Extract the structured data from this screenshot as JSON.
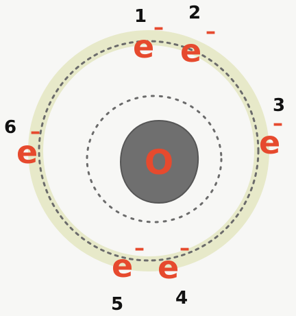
{
  "colors": {
    "background": "#f7f7f5",
    "outer_shell_band": "#e7e9c9",
    "shell_dots": "#6b6b6b",
    "nucleus": "#6f6f6f",
    "nucleus_edge": "#555555",
    "element_symbol": "#e64a2e",
    "electron": "#e64a2e",
    "numbers": "#111111"
  },
  "nucleus": {
    "label": "O"
  },
  "electrons": [
    {
      "symbol": "e",
      "charge": "–",
      "number": "1"
    },
    {
      "symbol": "e",
      "charge": "–",
      "number": "2"
    },
    {
      "symbol": "e",
      "charge": "–",
      "number": "3"
    },
    {
      "symbol": "e",
      "charge": "–",
      "number": "4"
    },
    {
      "symbol": "e",
      "charge": "–",
      "number": "5"
    },
    {
      "symbol": "e",
      "charge": "–",
      "number": "6"
    }
  ]
}
